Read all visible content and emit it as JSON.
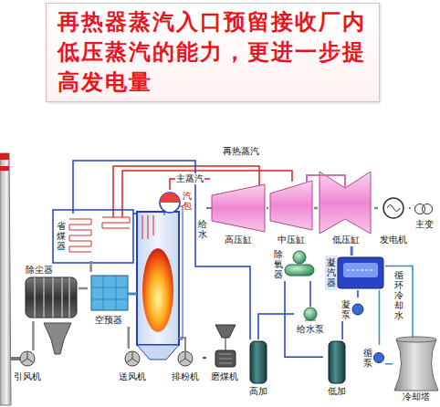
{
  "diagram": {
    "title": "再热器蒸汽入口预留接收厂内低压蒸汽的能力，更进一步提高发电量",
    "nodes": [
      {
        "text": [
          "汽包"
        ]
      },
      {
        "text": [
          "高压缸"
        ]
      },
      {
        "text": [
          "中压缸"
        ]
      },
      {
        "text": [
          "低压缸"
        ]
      },
      {
        "text": [
          "发电机"
        ]
      },
      {
        "text": [
          "主变"
        ]
      },
      {
        "text": [
          "除尘器"
        ]
      },
      {
        "text": [
          "省煤器"
        ]
      },
      {
        "text": [
          "凝汽器"
        ]
      },
      {
        "text": [
          "除氧器"
        ]
      },
      {
        "text": [
          "凝泵"
        ]
      },
      {
        "text": [
          "空预器"
        ]
      },
      {
        "text": [
          "给水泵"
        ]
      },
      {
        "text": [
          "循泵"
        ]
      },
      {
        "text": [
          "引风机"
        ]
      },
      {
        "text": [
          "送风机"
        ]
      },
      {
        "text": [
          "排粉机"
        ]
      },
      {
        "text": [
          "磨煤机"
        ]
      },
      {
        "text": [
          "高加"
        ]
      },
      {
        "text": [
          "低加"
        ]
      },
      {
        "text": [
          "冷却塔"
        ]
      }
    ],
    "edges": [
      {
        "from": 0,
        "to": 1,
        "label": "主蒸汽",
        "arrow": "none"
      },
      {
        "from": 1,
        "to": 2,
        "arrow": "none"
      },
      {
        "from": 2,
        "to": 3,
        "arrow": "none"
      },
      {
        "from": 3,
        "to": 4,
        "arrow": "none"
      },
      {
        "from": 4,
        "to": 5,
        "arrow": "none"
      },
      {
        "from": 3,
        "to": 8,
        "arrow": "none"
      },
      {
        "from": 8,
        "to": 10,
        "arrow": "none"
      },
      {
        "from": 10,
        "to": 19,
        "arrow": "none"
      },
      {
        "from": 19,
        "to": 9,
        "arrow": "none"
      },
      {
        "from": 9,
        "to": 12,
        "arrow": "none"
      },
      {
        "from": 12,
        "to": 18,
        "arrow": "none"
      },
      {
        "from": 18,
        "to": 7,
        "arrow": "none"
      },
      {
        "from": 8,
        "to": 20,
        "arrow": "none"
      },
      {
        "from": 20,
        "to": 13,
        "arrow": "none"
      },
      {
        "from": 13,
        "to": 8,
        "arrow": "none"
      },
      {
        "from": 7,
        "to": 11,
        "arrow": "none"
      },
      {
        "from": 11,
        "to": 6,
        "arrow": "none"
      },
      {
        "from": 6,
        "to": 14,
        "arrow": "none"
      },
      {
        "from": 15,
        "to": 11,
        "arrow": "none"
      },
      {
        "from": 17,
        "to": 16,
        "arrow": "none"
      }
    ],
    "labels": [
      "再热蒸汽",
      "给水",
      "循环冷却水"
    ]
  }
}
